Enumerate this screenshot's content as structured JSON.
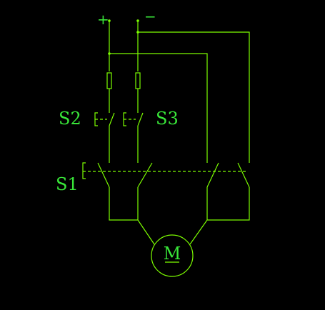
{
  "diagram": {
    "terminals": {
      "positive": "+",
      "negative": "−"
    },
    "switches": {
      "s1": "S1",
      "s2": "S2",
      "s3": "S3"
    },
    "motor": "M"
  },
  "colors": {
    "background": "#000000",
    "wire": "#7CFC00",
    "label": "#39e639"
  }
}
